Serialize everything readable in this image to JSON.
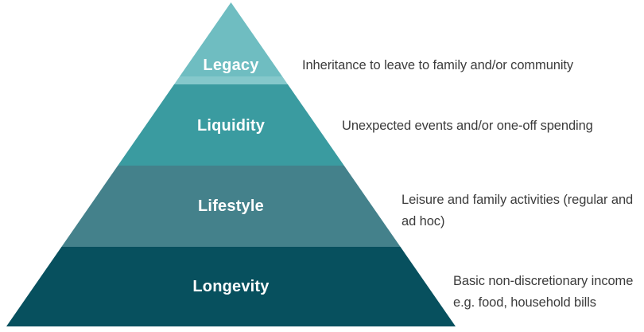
{
  "pyramid": {
    "tiers": [
      {
        "label": "Legacy",
        "description": "Inheritance to leave to family and/or community",
        "color": "#6FBDC1"
      },
      {
        "label": "Liquidity",
        "description": "Unexpected events and/or one-off spending",
        "color": "#3A9BA0"
      },
      {
        "label": "Lifestyle",
        "description": "Leisure and family activities (regular and\nad hoc)",
        "color": "#44818B"
      },
      {
        "label": "Longevity",
        "description": "Basic non-discretionary income\ne.g. food, household bills",
        "color": "#07505E"
      }
    ],
    "legacy_bottom_highlight_color": "#85C8CB",
    "label_text_color": "#FFFFFF",
    "description_text_color": "#3C3C3C",
    "background_color": "#FFFFFF"
  }
}
